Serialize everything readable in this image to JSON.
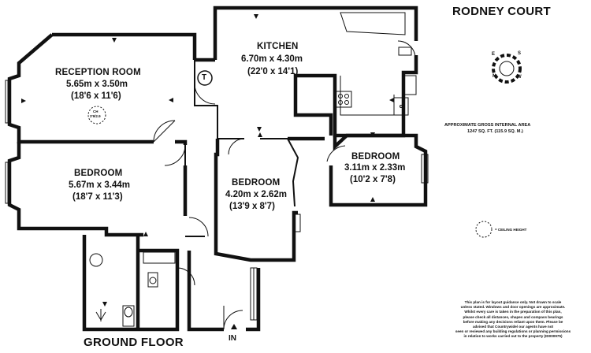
{
  "title": "RODNEY COURT",
  "floor_label": "GROUND FLOOR",
  "entrance_label": "IN",
  "area": {
    "line1": "APPROXIMATE GROSS INTERNAL AREA",
    "line2": "1247 SQ. FT. (115.9 SQ. M.)"
  },
  "legend": {
    "ceiling_height_label": "= CEILING HEIGHT"
  },
  "compass": {
    "n": "N",
    "s": "S",
    "e": "E",
    "w": "W"
  },
  "rooms": {
    "reception": {
      "name": "RECEPTION ROOM",
      "metric": "5.65m x 3.50m",
      "imperial": "(18'6 x 11'6)",
      "ceiling_h": "CH",
      "ceiling_v": "3'9/2.9"
    },
    "bedroom1": {
      "name": "BEDROOM",
      "metric": "5.67m x 3.44m",
      "imperial": "(18'7 x 11'3)"
    },
    "kitchen": {
      "name": "KITCHEN",
      "metric": "6.70m x 4.30m",
      "imperial": "(22'0 x 14'1)"
    },
    "bedroom2": {
      "name": "BEDROOM",
      "metric": "4.20m x 2.62m",
      "imperial": "(13'9 x 8'7)"
    },
    "bedroom3": {
      "name": "BEDROOM",
      "metric": "3.11m x 2.33m",
      "imperial": "(10'2 x 7'8)"
    },
    "cupboard": {
      "label": "T"
    }
  },
  "disclaimer": [
    "This plan is for layout guidance only. Not drawn to scale",
    "unless stated. Windows and door openings are approximate.",
    "Whilst every care is taken in the preparation of this plan,",
    "please check all distances, shapes and compass bearings",
    "before making any decisions reliant upon them. Please be",
    "advised that Countrywide/ our agents have not",
    "seen or reviewed any building regulations or planning permissions",
    "in relation to works carried out to the property (ID000975)"
  ]
}
